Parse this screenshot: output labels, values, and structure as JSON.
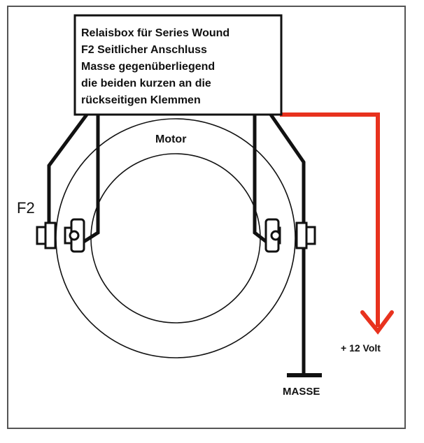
{
  "diagram": {
    "note": {
      "lines": [
        "Relaisbox für Series Wound",
        "F2 Seitlicher Anschluss",
        "Masse gegenüberliegend",
        "die beiden kurzen an die",
        "rückseitigen Klemmen"
      ]
    },
    "motor_label": "Motor",
    "f2_label": "F2",
    "supply_label": "+ 12 Volt",
    "ground_label": "MASSE",
    "colors": {
      "wire": "#111111",
      "supply_wire": "#e8321e",
      "border": "#555555",
      "background": "#ffffff"
    }
  }
}
